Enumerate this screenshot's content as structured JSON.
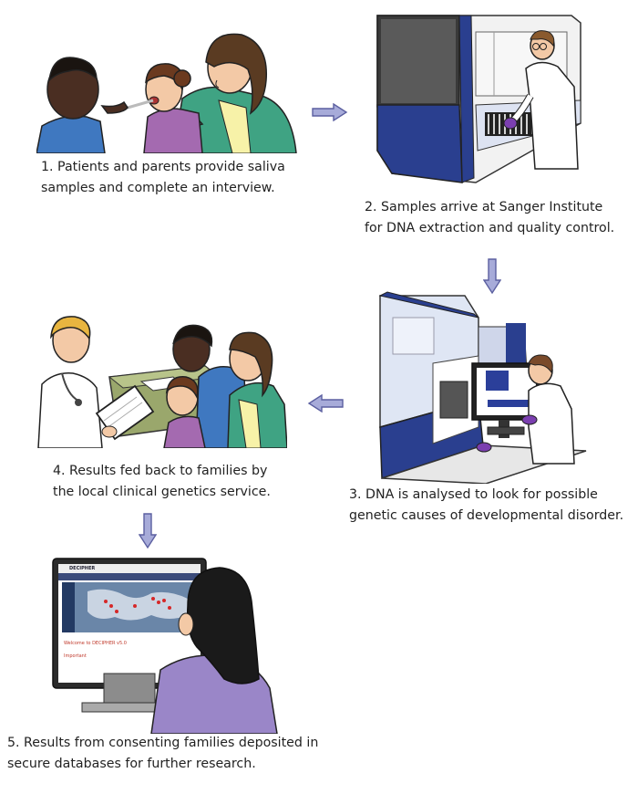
{
  "steps": [
    {
      "number": 1,
      "lines": [
        "1. Patients and parents provide saliva",
        "samples and complete an interview."
      ]
    },
    {
      "number": 2,
      "lines": [
        "2. Samples arrive at Sanger Institute",
        "for DNA extraction and quality control."
      ]
    },
    {
      "number": 3,
      "lines": [
        "3. DNA is analysed to look for possible",
        "genetic causes of developmental disorder."
      ]
    },
    {
      "number": 4,
      "lines": [
        "4. Results fed back to families by",
        "the local clinical genetics service."
      ]
    },
    {
      "number": 5,
      "lines": [
        "5. Results from consenting families deposited in",
        "secure databases for further research."
      ]
    }
  ],
  "arrows": [
    "right-arrow",
    "down-arrow",
    "left-arrow",
    "down-arrow"
  ],
  "screen": {
    "logo": "DECIPHER",
    "heading": "Welcome to DECIPHER v5.0",
    "subheading": "Important"
  },
  "colors": {
    "arrow": "#8a8ec8",
    "machine_blue": "#2a3f8f",
    "skin_dark": "#4a2e22",
    "skin_light": "#f3c9a6",
    "shirt_green": "#4aa88a",
    "shirt_purple": "#9a86c8"
  }
}
